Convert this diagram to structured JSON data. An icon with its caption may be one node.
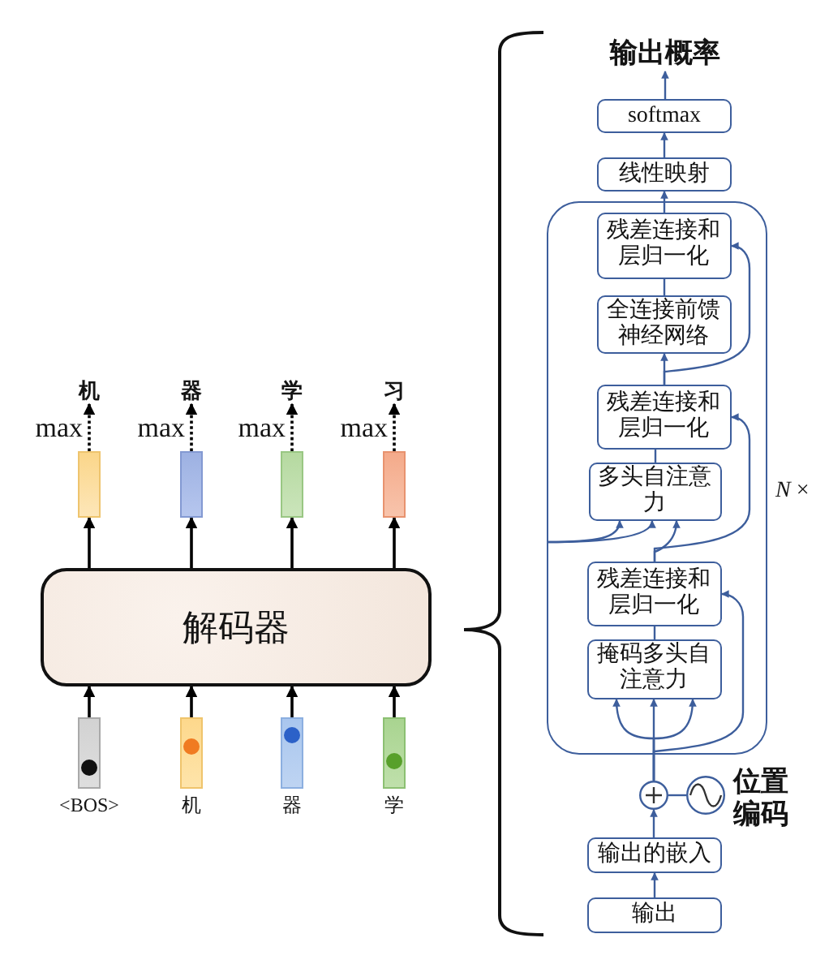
{
  "diagram": {
    "nodes": [
      {
        "text": [
          "机"
        ]
      },
      {
        "text": [
          "器"
        ]
      },
      {
        "text": [
          "学"
        ]
      },
      {
        "text": [
          "习"
        ]
      },
      {
        "text": [],
        "shape": "bar"
      },
      {
        "text": [],
        "shape": "bar"
      },
      {
        "text": [],
        "shape": "bar"
      },
      {
        "text": [],
        "shape": "bar"
      },
      {
        "text": [
          "解码器"
        ]
      },
      {
        "text": [],
        "shape": "bar",
        "beside": [
          "<BOS>"
        ]
      },
      {
        "text": [],
        "shape": "bar",
        "beside": [
          "机"
        ]
      },
      {
        "text": [],
        "shape": "bar",
        "beside": [
          "器"
        ]
      },
      {
        "text": [],
        "shape": "bar",
        "beside": [
          "学"
        ]
      },
      {
        "text": [
          "输出概率"
        ]
      },
      {
        "text": [
          "softmax"
        ]
      },
      {
        "text": [
          "线性映射"
        ]
      },
      {
        "text": [],
        "shape": "box",
        "beside": [
          "*N* ×"
        ]
      },
      {
        "text": [
          "残差连接和层归一化"
        ],
        "in": 16
      },
      {
        "text": [
          "全连接前馈神经网络"
        ],
        "in": 16
      },
      {
        "text": [
          "残差连接和层归一化"
        ],
        "in": 16
      },
      {
        "text": [
          "多头自注意力"
        ],
        "in": 16
      },
      {
        "text": [
          "残差连接和层归一化"
        ],
        "in": 16
      },
      {
        "text": [
          "掩码多头自注意力"
        ],
        "in": 16
      },
      {
        "text": [],
        "shape": "circle"
      },
      {
        "text": [],
        "shape": "circle",
        "beside": [
          "位置编码"
        ]
      },
      {
        "text": [
          "输出的嵌入"
        ]
      },
      {
        "text": [
          "输出"
        ]
      }
    ],
    "edges": [
      {
        "from": 4,
        "to": 0,
        "arrow": "to",
        "label": "max",
        "style": "dashed",
        "color": "#000000"
      },
      {
        "from": 5,
        "to": 1,
        "arrow": "to",
        "label": "max",
        "style": "dashed",
        "color": "#000000"
      },
      {
        "from": 6,
        "to": 2,
        "arrow": "to",
        "label": "max",
        "style": "dashed",
        "color": "#000000"
      },
      {
        "from": 7,
        "to": 3,
        "arrow": "to",
        "label": "max",
        "style": "dashed",
        "color": "#000000"
      },
      {
        "from": 8,
        "to": 4,
        "arrow": "to",
        "color": "#000000"
      },
      {
        "from": 8,
        "to": 5,
        "arrow": "to",
        "color": "#000000"
      },
      {
        "from": 8,
        "to": 6,
        "arrow": "to",
        "color": "#000000"
      },
      {
        "from": 8,
        "to": 7,
        "arrow": "to",
        "color": "#000000"
      },
      {
        "from": 9,
        "to": 8,
        "arrow": "to",
        "color": "#000000"
      },
      {
        "from": 10,
        "to": 8,
        "arrow": "to",
        "color": "#000000"
      },
      {
        "from": 11,
        "to": 8,
        "arrow": "to",
        "color": "#000000"
      },
      {
        "from": 12,
        "to": 8,
        "arrow": "to",
        "color": "#000000"
      },
      {
        "from": 14,
        "to": 13,
        "arrow": "to"
      },
      {
        "from": 15,
        "to": 14,
        "arrow": "to"
      },
      {
        "from": 17,
        "to": 15,
        "arrow": "to"
      },
      {
        "from": 18,
        "to": 17,
        "arrow": "none"
      },
      {
        "from": 19,
        "to": 18,
        "arrow": "to"
      },
      {
        "from": 19,
        "to": 17,
        "arrow": "to"
      },
      {
        "from": 20,
        "to": 19,
        "arrow": "none"
      },
      {
        "from": 21,
        "to": 20,
        "arrow": "to"
      },
      {
        "from": 21,
        "to": 19,
        "arrow": "to"
      },
      {
        "from": null,
        "to": 20,
        "arrow": "to"
      },
      {
        "from": null,
        "to": 20,
        "arrow": "to"
      },
      {
        "from": 22,
        "to": 21,
        "arrow": "none"
      },
      {
        "from": 23,
        "to": 22,
        "arrow": "to"
      },
      {
        "from": 23,
        "to": 22,
        "arrow": "to"
      },
      {
        "from": 23,
        "to": 22,
        "arrow": "to"
      },
      {
        "from": 23,
        "to": 21,
        "arrow": "to"
      },
      {
        "from": 24,
        "to": 23,
        "arrow": "none"
      },
      {
        "from": 25,
        "to": 23,
        "arrow": "to"
      },
      {
        "from": 26,
        "to": 25,
        "arrow": "to"
      }
    ]
  }
}
